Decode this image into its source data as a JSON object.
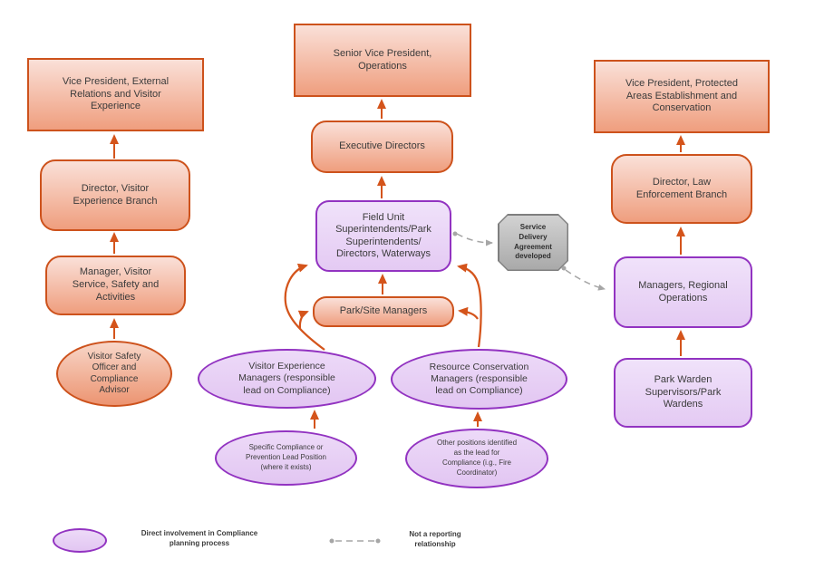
{
  "nodes": {
    "vp_external": {
      "label": "Vice President, External\nRelations and Visitor\nExperience"
    },
    "director_visitor_experience": {
      "label": "Director, Visitor\nExperience Branch"
    },
    "manager_visitor_service": {
      "label": "Manager, Visitor\nService, Safety and\nActivities"
    },
    "visitor_safety_officer": {
      "label": "Visitor Safety\nOfficer and\nCompliance\nAdvisor"
    },
    "svp_operations": {
      "label": "Senior Vice President,\nOperations"
    },
    "executive_directors": {
      "label": "Executive Directors"
    },
    "field_unit_superintendents": {
      "label": "Field Unit\nSuperintendents/Park\nSuperintendents/\nDirectors, Waterways"
    },
    "park_site_managers": {
      "label": "Park/Site Managers"
    },
    "visitor_experience_managers": {
      "label": "Visitor Experience\nManagers (responsible\nlead on Compliance)"
    },
    "resource_conservation_managers": {
      "label": "Resource Conservation\nManagers (responsible\nlead on Compliance)"
    },
    "specific_compliance_lead": {
      "label": "Specific Compliance or\nPrevention Lead Position\n(where it exists)"
    },
    "other_positions_lead": {
      "label": "Other positions identified\nas the lead for\nCompliance (i.g., Fire\nCoordinator)"
    },
    "service_delivery_agreement": {
      "label": "Service\nDelivery\nAgreement\ndeveloped"
    },
    "vp_protected_areas": {
      "label": "Vice President, Protected\nAreas Establishment and\nConservation"
    },
    "director_law_enforcement": {
      "label": "Director, Law\nEnforcement Branch"
    },
    "managers_regional_operations": {
      "label": "Managers, Regional\nOperations"
    },
    "park_warden_supervisors": {
      "label": "Park Warden\nSupervisors/Park\nWardens"
    }
  },
  "legend": {
    "direct_involvement": "Direct involvement in Compliance\nplanning process",
    "not_reporting": "Not a reporting\nrelationship"
  },
  "colors": {
    "orange_border": "#cd521c",
    "orange_fill_top": "#fae0d8",
    "orange_fill_bottom": "#ef9e7e",
    "purple_border": "#9233c1",
    "purple_fill_top": "#f0e2fa",
    "purple_fill_bottom": "#e4caf3",
    "gray_border": "#7f7f7f",
    "gray_fill_top": "#d2d2d2",
    "gray_fill_bottom": "#a9a9a9",
    "arrow": "#d4541b",
    "dashed_line": "#a6a6a6",
    "text": "#3b3b3b"
  }
}
